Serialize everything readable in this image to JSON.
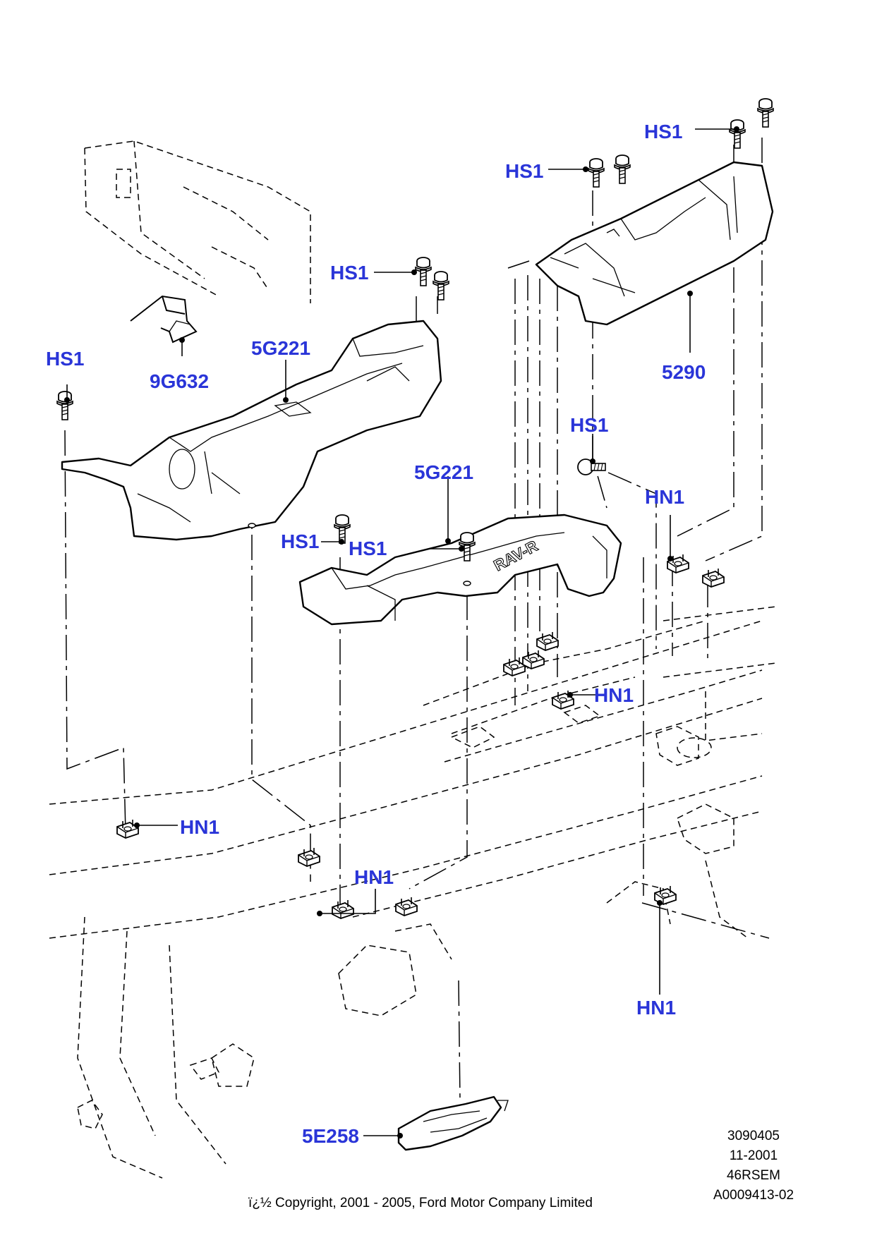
{
  "diagram": {
    "callouts": {
      "hs1_top_right": "HS1",
      "hs1_top_mid": "HS1",
      "hs1_upper_mid": "HS1",
      "hs1_left": "HS1",
      "hs1_center": "HS1",
      "hs1_center_small": "HS1",
      "hs1_lower_mid": "HS1",
      "part_9g632": "9G632",
      "part_5g221_upper": "5G221",
      "part_5g221_lower": "5G221",
      "part_5290": "5290",
      "hn1_right": "HN1",
      "hn1_mid_right": "HN1",
      "hn1_left": "HN1",
      "hn1_center": "HN1",
      "hn1_bottom_right": "HN1",
      "part_5e258": "5E258"
    },
    "stamp_text": "RAV-R",
    "meta": {
      "ref_1": "3090405",
      "ref_2": "11-2001",
      "ref_3": "46RSEM",
      "ref_4": "A0009413-02"
    },
    "copyright": "ï¿½ Copyright, 2001 - 2005, Ford Motor Company Limited"
  },
  "colors": {
    "callout": "#2a35d8",
    "line": "#000000",
    "background": "#ffffff"
  },
  "icons": [
    "bolt-icon",
    "nut-clip-icon"
  ]
}
